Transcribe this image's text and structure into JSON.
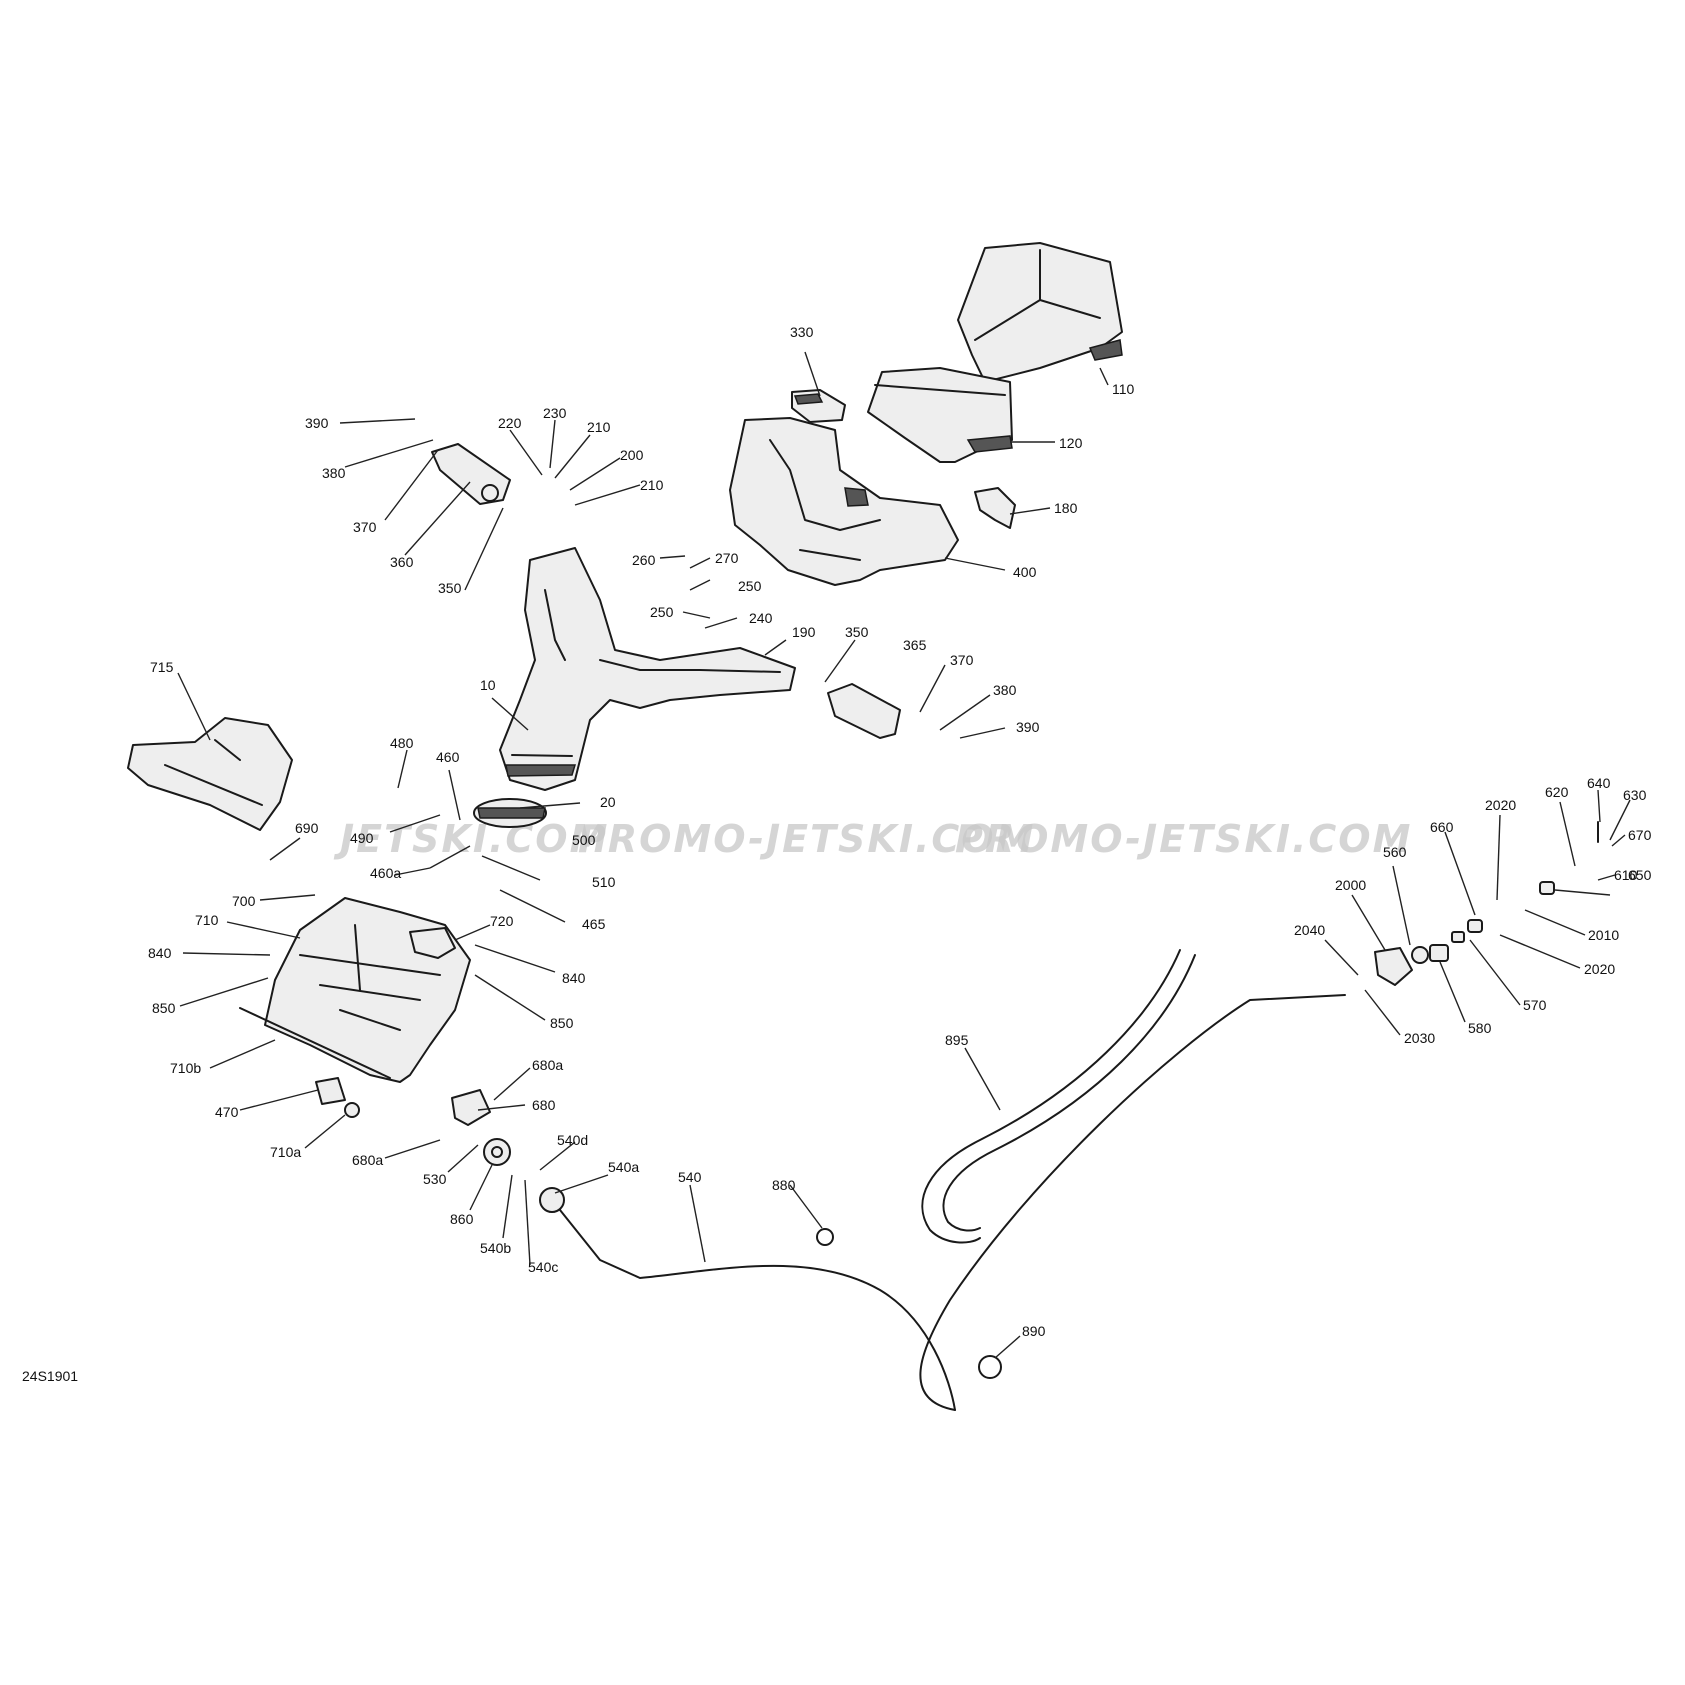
{
  "diagram": {
    "reference_code": "24S1901",
    "watermark": [
      "JETSKI.COM",
      "PROMO-JETSKI.COM",
      "PROMO-JETSKI.COM"
    ],
    "callouts": [
      {
        "id": "c110",
        "label": "110"
      },
      {
        "id": "c120",
        "label": "120"
      },
      {
        "id": "c180",
        "label": "180"
      },
      {
        "id": "c330",
        "label": "330"
      },
      {
        "id": "c400",
        "label": "400"
      },
      {
        "id": "c390a",
        "label": "390"
      },
      {
        "id": "c380a",
        "label": "380"
      },
      {
        "id": "c370a",
        "label": "370"
      },
      {
        "id": "c360",
        "label": "360"
      },
      {
        "id": "c350a",
        "label": "350"
      },
      {
        "id": "c220",
        "label": "220"
      },
      {
        "id": "c230",
        "label": "230"
      },
      {
        "id": "c210a",
        "label": "210"
      },
      {
        "id": "c200",
        "label": "200"
      },
      {
        "id": "c210b",
        "label": "210"
      },
      {
        "id": "c260",
        "label": "260"
      },
      {
        "id": "c270",
        "label": "270"
      },
      {
        "id": "c250a",
        "label": "250"
      },
      {
        "id": "c250b",
        "label": "250"
      },
      {
        "id": "c240",
        "label": "240"
      },
      {
        "id": "c190",
        "label": "190"
      },
      {
        "id": "c350b",
        "label": "350"
      },
      {
        "id": "c365",
        "label": "365"
      },
      {
        "id": "c370b",
        "label": "370"
      },
      {
        "id": "c380b",
        "label": "380"
      },
      {
        "id": "c390b",
        "label": "390"
      },
      {
        "id": "c715",
        "label": "715"
      },
      {
        "id": "c10",
        "label": "10"
      },
      {
        "id": "c480",
        "label": "480"
      },
      {
        "id": "c460",
        "label": "460"
      },
      {
        "id": "c20",
        "label": "20"
      },
      {
        "id": "c490",
        "label": "490"
      },
      {
        "id": "c500",
        "label": "500"
      },
      {
        "id": "c460a",
        "label": "460a"
      },
      {
        "id": "c510",
        "label": "510"
      },
      {
        "id": "c465",
        "label": "465"
      },
      {
        "id": "c690",
        "label": "690"
      },
      {
        "id": "c700",
        "label": "700"
      },
      {
        "id": "c710",
        "label": "710"
      },
      {
        "id": "c720",
        "label": "720"
      },
      {
        "id": "c840a",
        "label": "840"
      },
      {
        "id": "c840b",
        "label": "840"
      },
      {
        "id": "c850a",
        "label": "850"
      },
      {
        "id": "c850b",
        "label": "850"
      },
      {
        "id": "c710b",
        "label": "710b"
      },
      {
        "id": "c470",
        "label": "470"
      },
      {
        "id": "c710a",
        "label": "710a"
      },
      {
        "id": "c680a1",
        "label": "680a"
      },
      {
        "id": "c680",
        "label": "680"
      },
      {
        "id": "c680a2",
        "label": "680a"
      },
      {
        "id": "c530",
        "label": "530"
      },
      {
        "id": "c860",
        "label": "860"
      },
      {
        "id": "c540b",
        "label": "540b"
      },
      {
        "id": "c540c",
        "label": "540c"
      },
      {
        "id": "c540d",
        "label": "540d"
      },
      {
        "id": "c540a",
        "label": "540a"
      },
      {
        "id": "c540",
        "label": "540"
      },
      {
        "id": "c880",
        "label": "880"
      },
      {
        "id": "c895",
        "label": "895"
      },
      {
        "id": "c890",
        "label": "890"
      },
      {
        "id": "c620",
        "label": "620"
      },
      {
        "id": "c640",
        "label": "640"
      },
      {
        "id": "c630",
        "label": "630"
      },
      {
        "id": "c670",
        "label": "670"
      },
      {
        "id": "c650",
        "label": "650"
      },
      {
        "id": "c2020a",
        "label": "2020"
      },
      {
        "id": "c660",
        "label": "660"
      },
      {
        "id": "c560",
        "label": "560"
      },
      {
        "id": "c2000",
        "label": "2000"
      },
      {
        "id": "c610",
        "label": "610"
      },
      {
        "id": "c2010",
        "label": "2010"
      },
      {
        "id": "c2040",
        "label": "2040"
      },
      {
        "id": "c2020b",
        "label": "2020"
      },
      {
        "id": "c570",
        "label": "570"
      },
      {
        "id": "c580",
        "label": "580"
      },
      {
        "id": "c2030",
        "label": "2030"
      }
    ]
  }
}
